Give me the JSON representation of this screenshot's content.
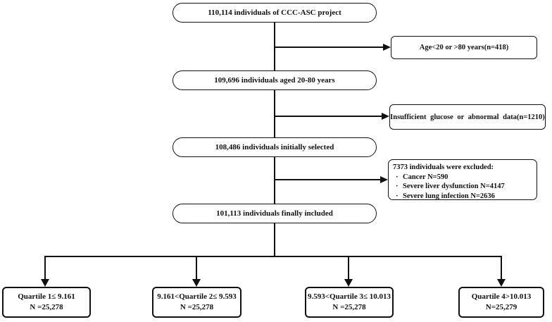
{
  "flowchart": {
    "main_boxes": [
      {
        "label": "110,114 individuals of CCC-ASC project"
      },
      {
        "label": "109,696 individuals aged 20-80 years"
      },
      {
        "label": "108,486 individuals initially selected"
      },
      {
        "label": "101,113 individuals finally included"
      }
    ],
    "exclusion_boxes": [
      {
        "label": "Age<20 or >80 years(n=418)"
      },
      {
        "label": "Insufficient glucose or abnormal data(n=1210)"
      },
      {
        "title": "7373 individuals were excluded:",
        "bullet": "·",
        "items": [
          "Cancer N=590",
          "Severe liver dysfunction N=4147",
          "Severe lung infection N=2636"
        ]
      }
    ],
    "quartile_boxes": [
      {
        "line1": "Quartile 1≤ 9.161",
        "line2": "N =25,278"
      },
      {
        "line1": "9.161<Quartile 2≤ 9.593",
        "line2": "N =25,278"
      },
      {
        "line1": "9.593<Quartile 3≤ 10.013",
        "line2": "N =25,278"
      },
      {
        "line1": "Quartile 4>10.013",
        "line2": "N=25,279"
      }
    ],
    "colors": {
      "line": "#111111",
      "border": "#111111",
      "text": "#111111",
      "background": "#ffffff"
    }
  }
}
